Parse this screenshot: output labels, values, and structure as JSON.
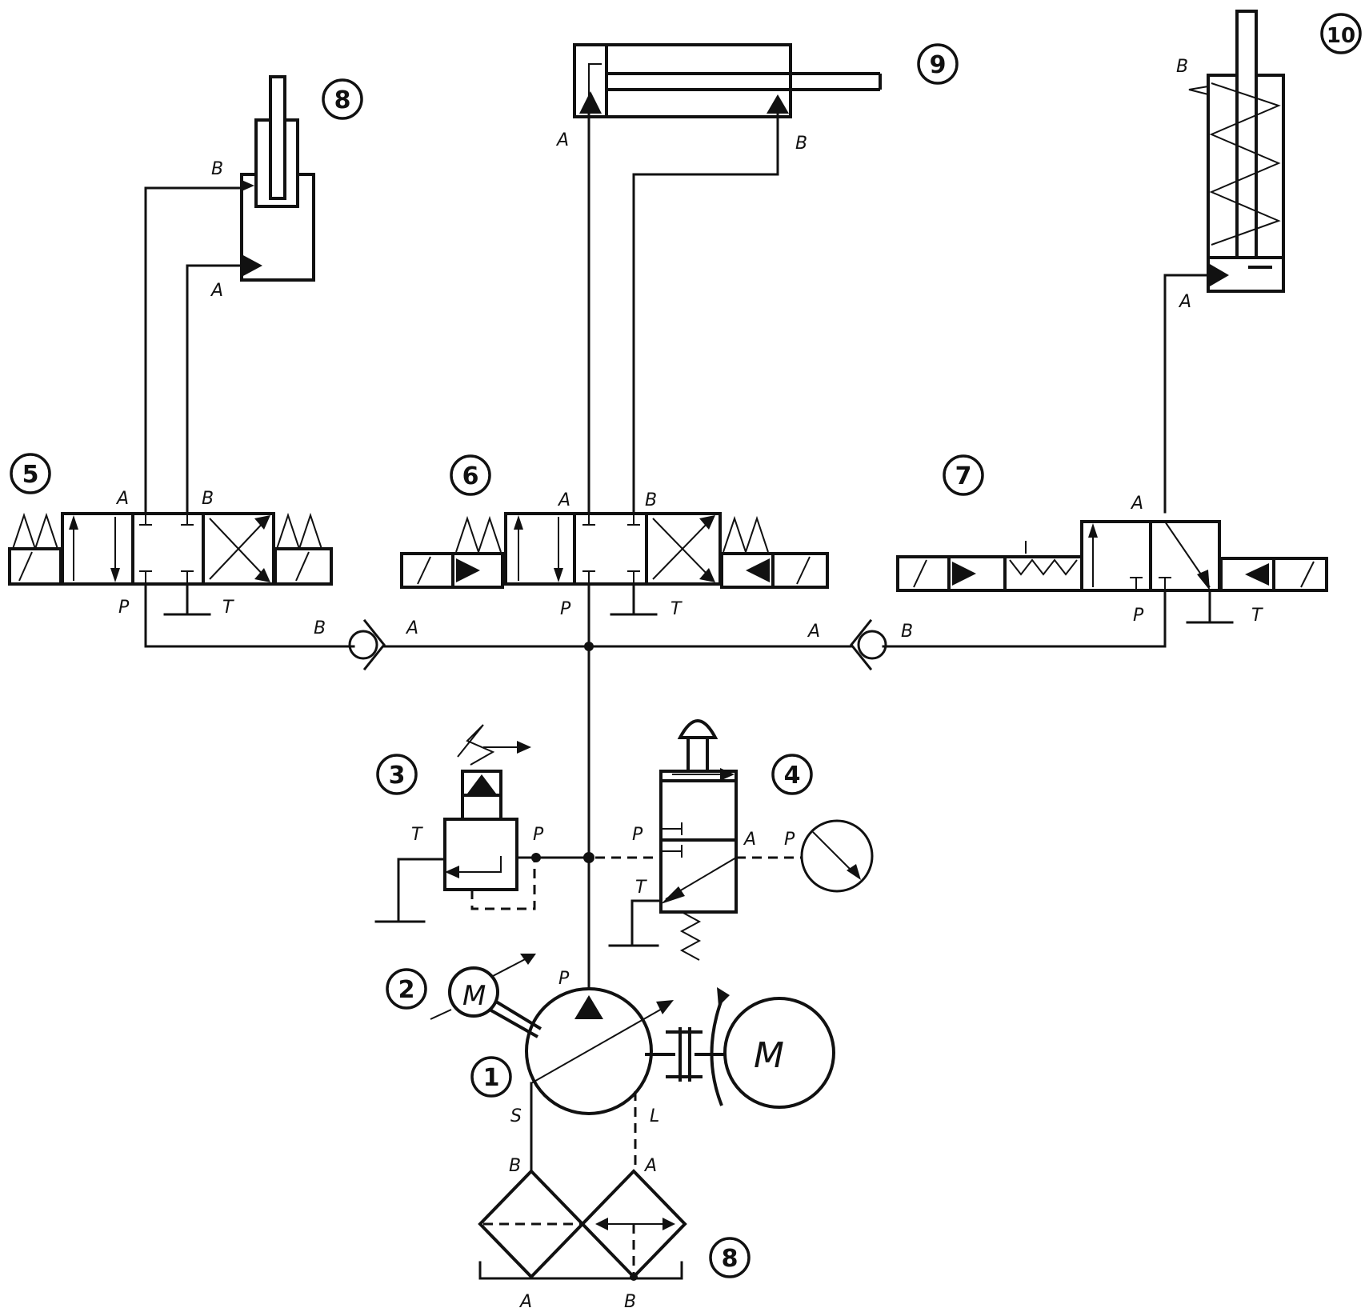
{
  "callouts": {
    "c1": "1",
    "c2": "2",
    "c3": "3",
    "c4": "4",
    "c5": "5",
    "c6": "6",
    "c7": "7",
    "c8a": "8",
    "c8b": "8",
    "c9": "9",
    "c10": "10"
  },
  "ports": {
    "a": "A",
    "b": "B",
    "p": "P",
    "t": "T",
    "s": "S",
    "l": "L"
  },
  "motor": {
    "main": "M",
    "aux": "M"
  }
}
